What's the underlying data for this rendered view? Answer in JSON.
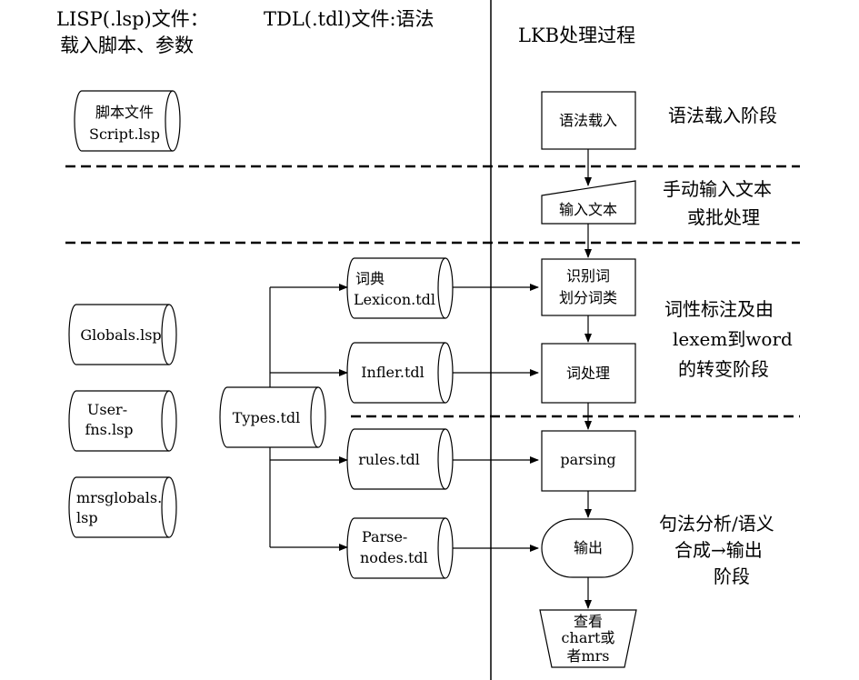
{
  "headers": {
    "lisp_line1": "LISP(.lsp)文件：",
    "lisp_line2": "载入脚本、参数",
    "tdl": "TDL(.tdl)文件:语法",
    "lkb": "LKB处理过程"
  },
  "lisp_files": [
    {
      "line1": "脚本文件",
      "line2": "Script.lsp"
    },
    {
      "line1": "Globals.lsp",
      "line2": ""
    },
    {
      "line1": "User-",
      "line2": "fns.lsp"
    },
    {
      "line1": "mrsglobals.",
      "line2": "lsp"
    }
  ],
  "tdl_files": {
    "types": "Types.tdl",
    "lexicon": {
      "line1": "词典",
      "line2": "Lexicon.tdl"
    },
    "infler": "Infler.tdl",
    "rules": "rules.tdl",
    "parse_nodes": {
      "line1": "Parse-",
      "line2": "nodes.tdl"
    }
  },
  "process": {
    "grammar_load": "语法载入",
    "input_text": "输入文本",
    "identify": {
      "line1": "识别词",
      "line2": "划分词类"
    },
    "word_process": "词处理",
    "parsing": "parsing",
    "output": "输出",
    "view": {
      "line1": "查看",
      "line2": "chart或",
      "line3": "者mrs"
    }
  },
  "stages": {
    "load": "语法载入阶段",
    "input": {
      "line1": "手动输入文本",
      "line2": "或批处理"
    },
    "pos": {
      "line1": "词性标注及由",
      "line2": "lexem到word",
      "line3": "的转变阶段"
    },
    "parse": {
      "line1": "句法分析/语义",
      "line2": "合成→输出",
      "line3": "阶段"
    }
  }
}
